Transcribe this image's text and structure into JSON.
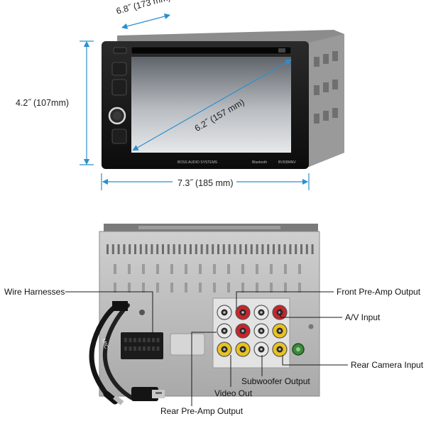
{
  "dimensions": {
    "depth": "6.8˝ (173 mm)",
    "height": "4.2˝ (107mm)",
    "width": "7.3˝ (185 mm)",
    "diagonal": "6.2˝ (157 mm)"
  },
  "front_panel": {
    "brand": "BOSS AUDIO SYSTEMS",
    "bluetooth": "Bluetooth",
    "model": "BV9384NV"
  },
  "rear_panel": {
    "mic_label": "MIC"
  },
  "callouts": {
    "wire_harnesses": "Wire Harnesses",
    "front_preamp": "Front Pre-Amp Output",
    "av_input": "A/V Input",
    "rear_camera": "Rear Camera Input",
    "subwoofer": "Subwoofer Output",
    "video_out": "Video Out",
    "rear_preamp": "Rear Pre-Amp Output"
  },
  "colors": {
    "dimension_line": "#2a8fd1",
    "callout_line": "#1a1a1a",
    "rca_red": "#c8242b",
    "rca_white": "#e9e9e9",
    "rca_yellow": "#e9c21f",
    "chassis": "#bdbdbd"
  }
}
